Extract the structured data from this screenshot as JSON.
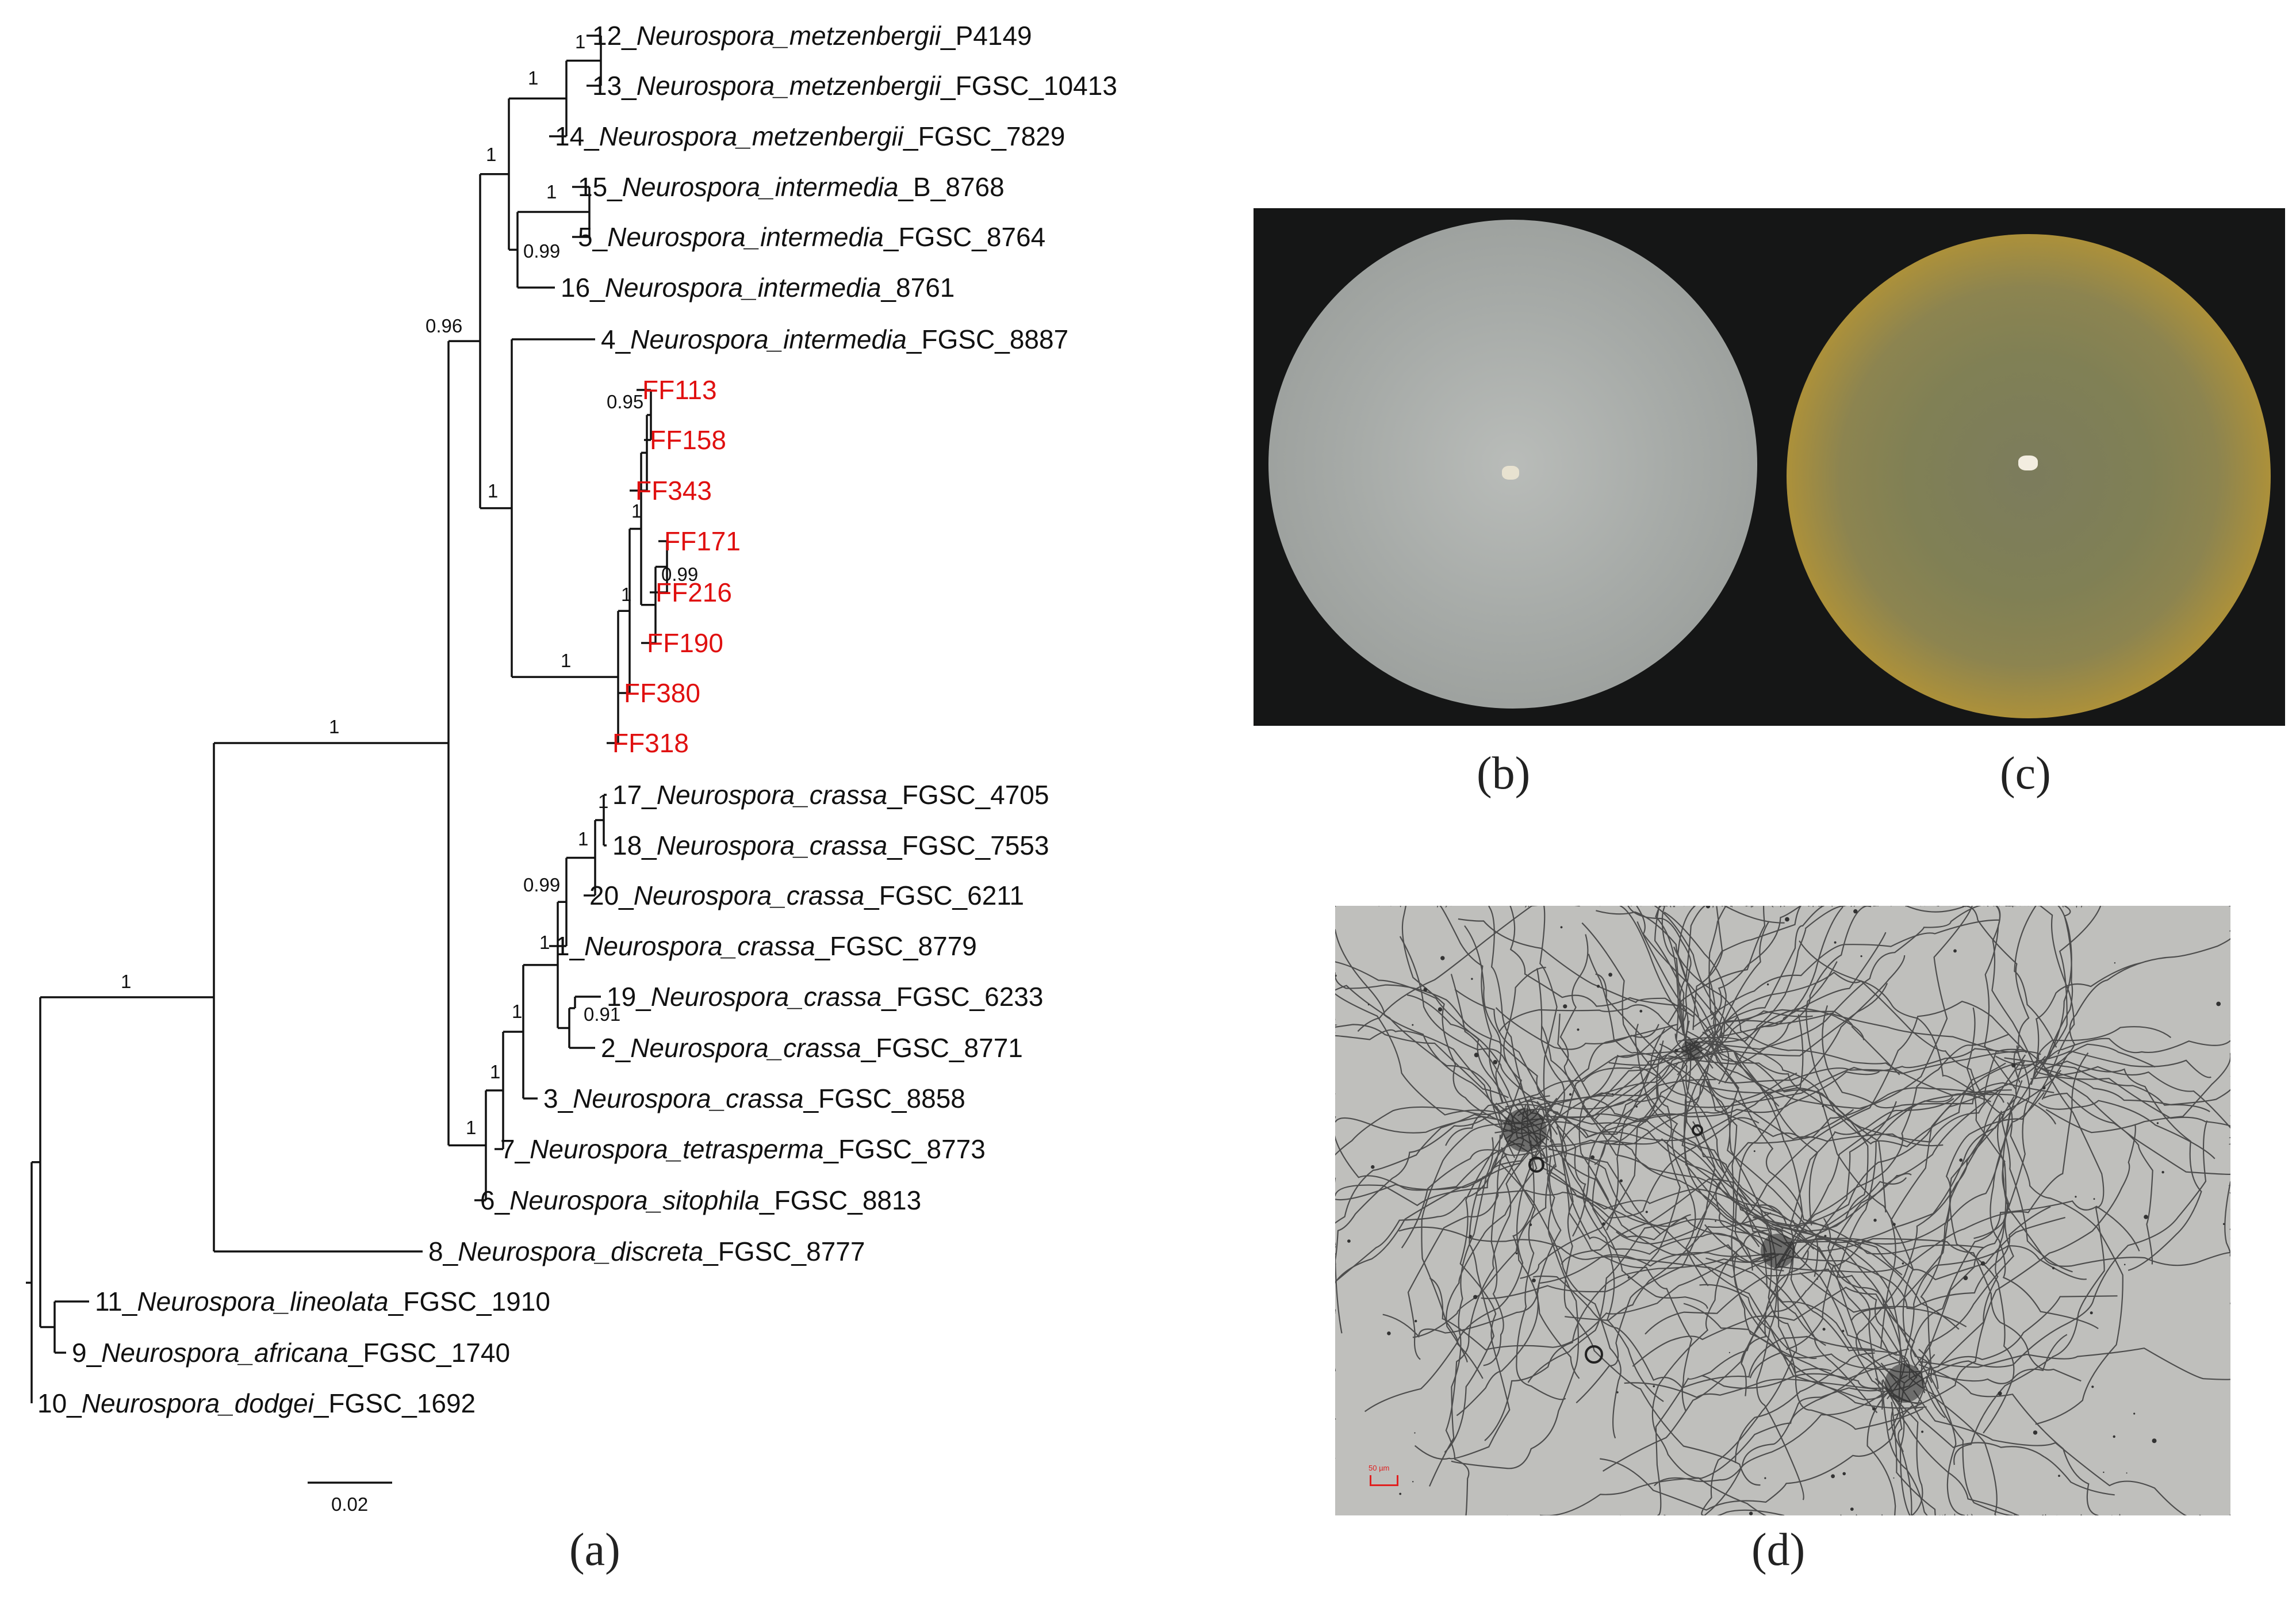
{
  "panel_labels": {
    "a": "(a)",
    "b": "(b)",
    "c": "(c)",
    "d": "(d)"
  },
  "tree": {
    "scale_bar_label": "0.02",
    "leaves": [
      {
        "id": "L12",
        "prefix": "12_",
        "genus_species": "Neurospora_metzenbergii",
        "suffix": "_P4149",
        "red": false
      },
      {
        "id": "L13",
        "prefix": "13_",
        "genus_species": "Neurospora_metzenbergii",
        "suffix": "_FGSC_10413",
        "red": false
      },
      {
        "id": "L14",
        "prefix": "14_",
        "genus_species": "Neurospora_metzenbergii",
        "suffix": "_FGSC_7829",
        "red": false
      },
      {
        "id": "L15",
        "prefix": "15_",
        "genus_species": "Neurospora_intermedia",
        "suffix": "_B_8768",
        "red": false
      },
      {
        "id": "L5",
        "prefix": "5_",
        "genus_species": "Neurospora_intermedia",
        "suffix": "_FGSC_8764",
        "red": false
      },
      {
        "id": "L16",
        "prefix": "16_",
        "genus_species": "Neurospora_intermedia",
        "suffix": "_8761",
        "red": false
      },
      {
        "id": "L4",
        "prefix": "4_",
        "genus_species": "Neurospora_intermedia",
        "suffix": "_FGSC_8887",
        "red": false
      },
      {
        "id": "FF113",
        "prefix": "FF113",
        "genus_species": "",
        "suffix": "",
        "red": true
      },
      {
        "id": "FF158",
        "prefix": "FF158",
        "genus_species": "",
        "suffix": "",
        "red": true
      },
      {
        "id": "FF343",
        "prefix": "FF343",
        "genus_species": "",
        "suffix": "",
        "red": true
      },
      {
        "id": "FF171",
        "prefix": "FF171",
        "genus_species": "",
        "suffix": "",
        "red": true
      },
      {
        "id": "FF216",
        "prefix": "FF216",
        "genus_species": "",
        "suffix": "",
        "red": true
      },
      {
        "id": "FF190",
        "prefix": "FF190",
        "genus_species": "",
        "suffix": "",
        "red": true
      },
      {
        "id": "FF380",
        "prefix": "FF380",
        "genus_species": "",
        "suffix": "",
        "red": true
      },
      {
        "id": "FF318",
        "prefix": "FF318",
        "genus_species": "",
        "suffix": "",
        "red": true
      },
      {
        "id": "L17",
        "prefix": "17_",
        "genus_species": "Neurospora_crassa",
        "suffix": "_FGSC_4705",
        "red": false
      },
      {
        "id": "L18",
        "prefix": "18_",
        "genus_species": "Neurospora_crassa",
        "suffix": "_FGSC_7553",
        "red": false
      },
      {
        "id": "L20",
        "prefix": "20_",
        "genus_species": "Neurospora_crassa",
        "suffix": "_FGSC_6211",
        "red": false
      },
      {
        "id": "L1",
        "prefix": "1_",
        "genus_species": "Neurospora_crassa",
        "suffix": "_FGSC_8779",
        "red": false
      },
      {
        "id": "L19",
        "prefix": "19_",
        "genus_species": "Neurospora_crassa",
        "suffix": "_FGSC_6233",
        "red": false
      },
      {
        "id": "L2",
        "prefix": "2_",
        "genus_species": "Neurospora_crassa",
        "suffix": "_FGSC_8771",
        "red": false
      },
      {
        "id": "L3",
        "prefix": "3_",
        "genus_species": "Neurospora_crassa",
        "suffix": "_FGSC_8858",
        "red": false
      },
      {
        "id": "L7",
        "prefix": "7_",
        "genus_species": "Neurospora_tetrasperma",
        "suffix": "_FGSC_8773",
        "red": false
      },
      {
        "id": "L6",
        "prefix": "6_",
        "genus_species": "Neurospora_sitophila",
        "suffix": "_FGSC_8813",
        "red": false
      },
      {
        "id": "L8",
        "prefix": "8_",
        "genus_species": "Neurospora_discreta",
        "suffix": "_FGSC_8777",
        "red": false
      },
      {
        "id": "L11",
        "prefix": "11_",
        "genus_species": "Neurospora_lineolata",
        "suffix": "_FGSC_1910",
        "red": false
      },
      {
        "id": "L9",
        "prefix": "9_",
        "genus_species": "Neurospora_africana",
        "suffix": "_FGSC_1740",
        "red": false
      },
      {
        "id": "L10",
        "prefix": "10_",
        "genus_species": "Neurospora_dodgei",
        "suffix": "_FGSC_1692",
        "red": false
      }
    ],
    "supports": [
      {
        "node": "metz1213",
        "value": "1"
      },
      {
        "node": "metz_clade",
        "value": "1"
      },
      {
        "node": "metz_inter",
        "value": "1"
      },
      {
        "node": "inter155",
        "value": "1"
      },
      {
        "node": "inter_clade",
        "value": "0.99"
      },
      {
        "node": "big_upper",
        "value": "0.96"
      },
      {
        "node": "ff_inter4",
        "value": "1"
      },
      {
        "node": "ff113_158",
        "value": "0.95"
      },
      {
        "node": "ff_top",
        "value": "1"
      },
      {
        "node": "ff171_216",
        "value": "0.99"
      },
      {
        "node": "ff_mid",
        "value": "1"
      },
      {
        "node": "ff_all",
        "value": "1"
      },
      {
        "node": "cr1718",
        "value": "1"
      },
      {
        "node": "cr1718_20",
        "value": "1"
      },
      {
        "node": "cr_top",
        "value": "0.99"
      },
      {
        "node": "cr192",
        "value": "0.91"
      },
      {
        "node": "cr_mid",
        "value": "1"
      },
      {
        "node": "cr_3",
        "value": "1"
      },
      {
        "node": "cr_7",
        "value": "1"
      },
      {
        "node": "cr_6",
        "value": "1"
      },
      {
        "node": "main",
        "value": "1"
      },
      {
        "node": "root_main",
        "value": "1"
      }
    ]
  },
  "photos": {
    "b": {
      "description_icon": "petri-dish-white"
    },
    "c": {
      "description_icon": "petri-dish-orange"
    },
    "d": {
      "scale_label": "50 µm",
      "scale_color": "#e02020"
    }
  }
}
